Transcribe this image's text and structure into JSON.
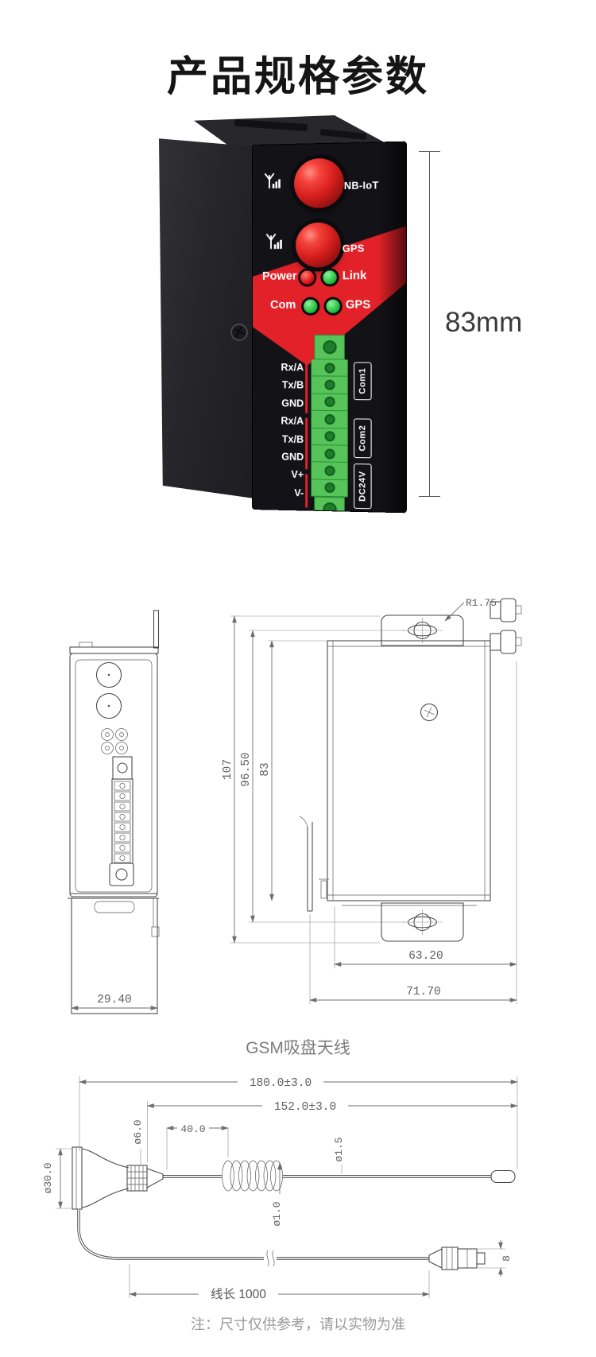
{
  "page": {
    "title": "产品规格参数",
    "footnote": "注：尺寸仅供参考，请以实物为准"
  },
  "device": {
    "height_dim": "83mm",
    "antenna_ports": [
      {
        "label": "NB-IoT"
      },
      {
        "label": "GPS"
      }
    ],
    "status_leds": [
      {
        "label": "Power",
        "color": "#e01417"
      },
      {
        "label": "Link",
        "color": "#27c13f"
      },
      {
        "label": "Com",
        "color": "#27c13f"
      },
      {
        "label": "GPS",
        "color": "#27c13f"
      }
    ],
    "terminal_labels": [
      "Rx/A",
      "Tx/B",
      "GND",
      "Rx/A",
      "Tx/B",
      "GND",
      "V+",
      "V-"
    ],
    "port_group_labels": [
      "Com1",
      "Com2",
      "DC24V"
    ],
    "colors": {
      "accent_red": "#e32128",
      "terminal_green": "#57c45a",
      "body_black": "#131317"
    }
  },
  "dimension_drawing": {
    "front_view": {
      "overall_height": "107",
      "rail_height": "96.50",
      "body_height": "83",
      "body_width": "63.20",
      "overall_width": "71.70",
      "corner_radius": "R1.75"
    },
    "side_view": {
      "depth": "29.40"
    }
  },
  "antenna_drawing": {
    "section_title": "GSM吸盘天线",
    "overall_length": "180.0±3.0",
    "whip_length": "152.0±3.0",
    "lead_length": "40.0",
    "ferrule_diameter": "ø6.0",
    "whip_diameter": "ø1.5",
    "coil_wire_diameter": "ø1.0",
    "base_diameter": "ø30.0",
    "connector_size": "8",
    "cable_length_label": "线长 1000"
  }
}
